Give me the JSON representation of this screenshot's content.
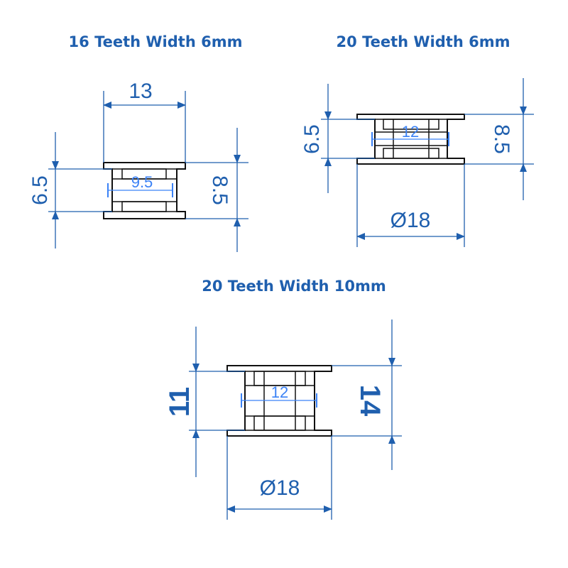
{
  "colors": {
    "title": "#1f5fae",
    "dimension": "#1f5fae",
    "inner_dimension": "#3b82f6",
    "outline": "#111111"
  },
  "diagrams": [
    {
      "title": "16 Teeth Width 6mm",
      "top_width": "13",
      "left_height": "6.5",
      "right_height": "8.5",
      "bore": "9.5"
    },
    {
      "title": "20 Teeth Width 6mm",
      "left_height": "6.5",
      "right_height": "8.5",
      "bore": "12",
      "diameter": "Ø18"
    },
    {
      "title": "20 Teeth Width 10mm",
      "left_height": "11",
      "right_height": "14",
      "bore": "12",
      "diameter": "Ø18"
    }
  ]
}
